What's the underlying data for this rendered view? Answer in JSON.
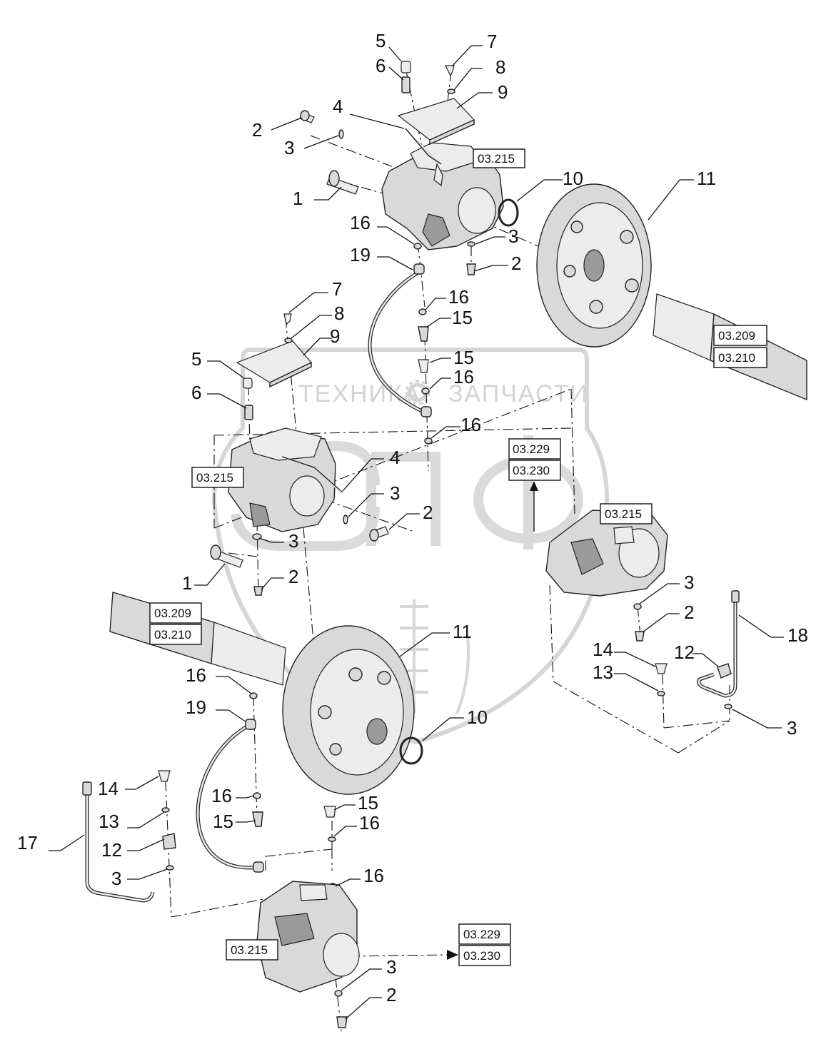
{
  "watermark": {
    "text_left": "ТЕХНИКА",
    "text_right": "ЗАПЧАСТИ"
  },
  "callouts": {
    "c1": "1",
    "c2": "2",
    "c3": "3",
    "c4": "4",
    "c5": "5",
    "c6": "6",
    "c7": "7",
    "c8": "8",
    "c9": "9",
    "c10": "10",
    "c11": "11",
    "c12": "12",
    "c13": "13",
    "c14": "14",
    "c15": "15",
    "c16": "16",
    "c17": "17",
    "c18": "18",
    "c19": "19"
  },
  "references": {
    "r215": "03.215",
    "r209": "03.209",
    "r210": "03.210",
    "r229": "03.229",
    "r230": "03.230"
  }
}
